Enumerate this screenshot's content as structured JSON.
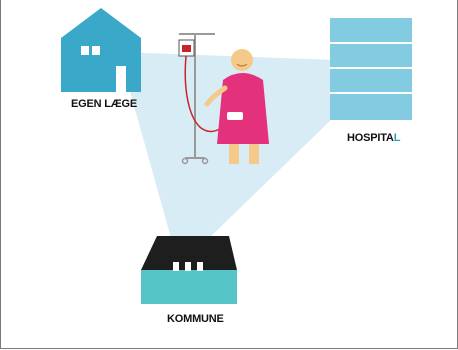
{
  "labels": {
    "egen_laege": "EGEN LÆGE",
    "hospital_main": "HOSPITA",
    "hospital_last": "L",
    "kommune": "KOMMUNE"
  },
  "colors": {
    "house_blue": "#3aa8c8",
    "building_blue": "#82cbe0",
    "kommune_teal": "#56c5c8",
    "roof_dark": "#1e1e1e",
    "triangle_fill": "#d7ecf4",
    "patient_pink": "#e3327b",
    "skin": "#f5c98a",
    "iv_line": "#c8242c",
    "stand_gray": "#9a9a9a",
    "accent_letter": "#27a3b3"
  },
  "icons": [
    "house-icon",
    "hospital-building-icon",
    "patient-iv-icon",
    "municipality-house-icon"
  ]
}
